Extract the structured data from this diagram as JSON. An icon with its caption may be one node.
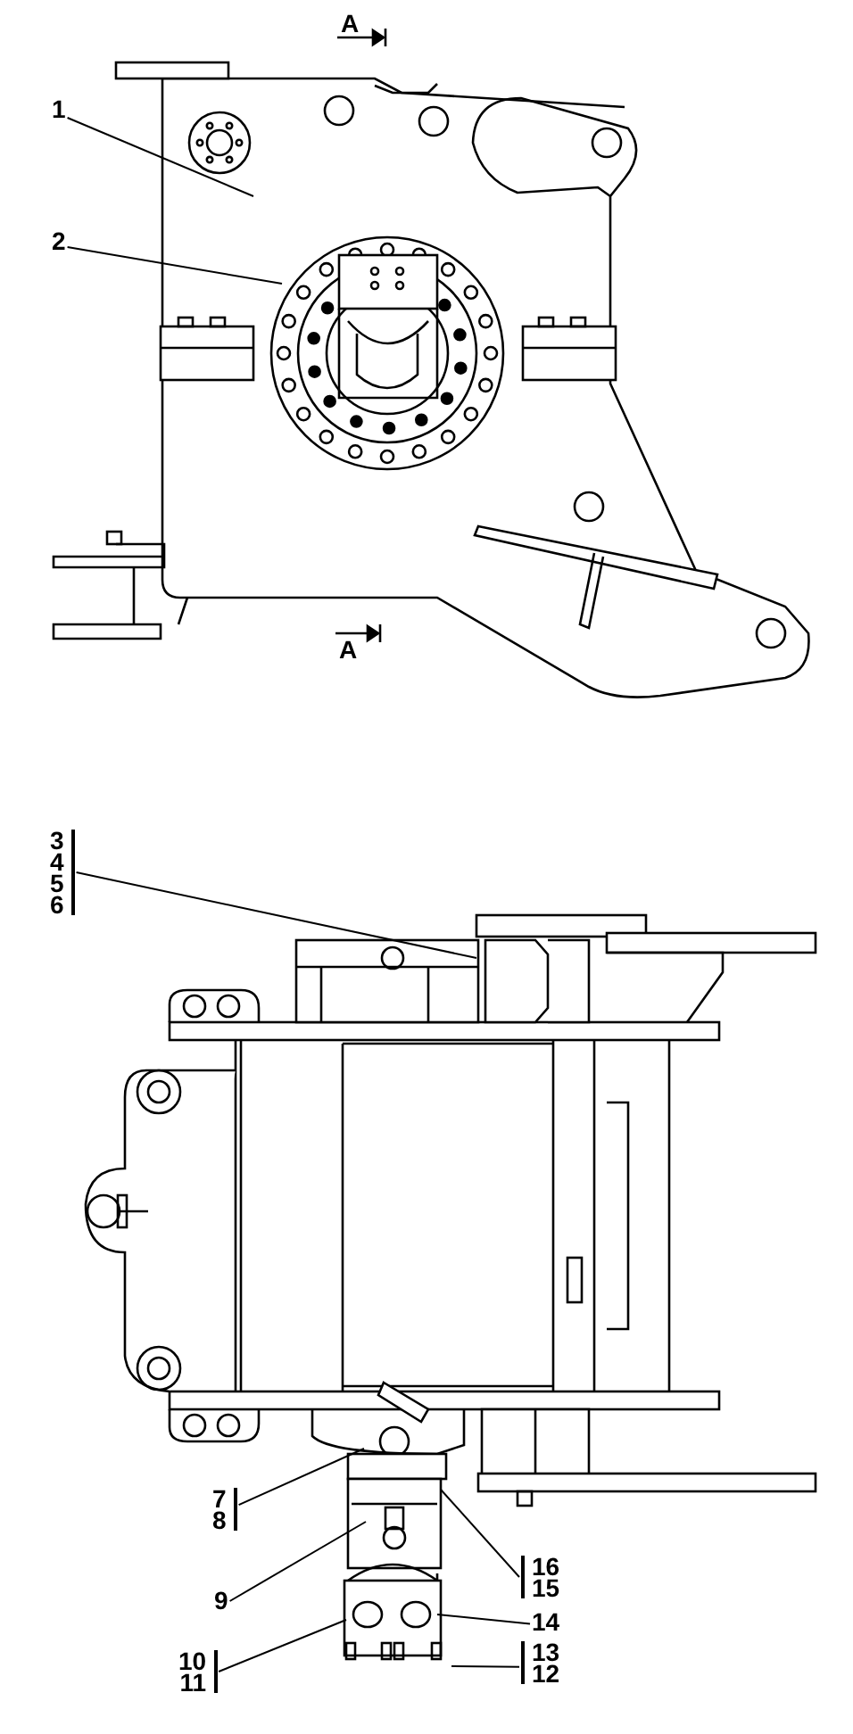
{
  "diagram": {
    "nodes": [
      {
        "text": [
          "1"
        ]
      },
      {
        "text": [
          "2"
        ]
      },
      {
        "text": [
          "3",
          "4",
          "5",
          "6"
        ]
      },
      {
        "text": [
          "7",
          "8"
        ]
      },
      {
        "text": [
          "9"
        ]
      },
      {
        "text": [
          "10",
          "11"
        ]
      },
      {
        "text": [
          "16",
          "15"
        ]
      },
      {
        "text": [
          "14"
        ]
      },
      {
        "text": [
          "13",
          "12"
        ]
      }
    ],
    "edges": [
      {
        "from": 0,
        "to": null,
        "arrow": "none"
      },
      {
        "from": 1,
        "to": null,
        "arrow": "none"
      },
      {
        "from": 2,
        "to": null,
        "arrow": "none"
      },
      {
        "from": 3,
        "to": null,
        "arrow": "none"
      },
      {
        "from": 4,
        "to": null,
        "arrow": "none"
      },
      {
        "from": 5,
        "to": null,
        "arrow": "none"
      },
      {
        "from": 6,
        "to": null,
        "arrow": "none"
      },
      {
        "from": 7,
        "to": null,
        "arrow": "none"
      },
      {
        "from": 8,
        "to": null,
        "arrow": "none"
      }
    ],
    "labels": [
      "A",
      "A"
    ]
  }
}
